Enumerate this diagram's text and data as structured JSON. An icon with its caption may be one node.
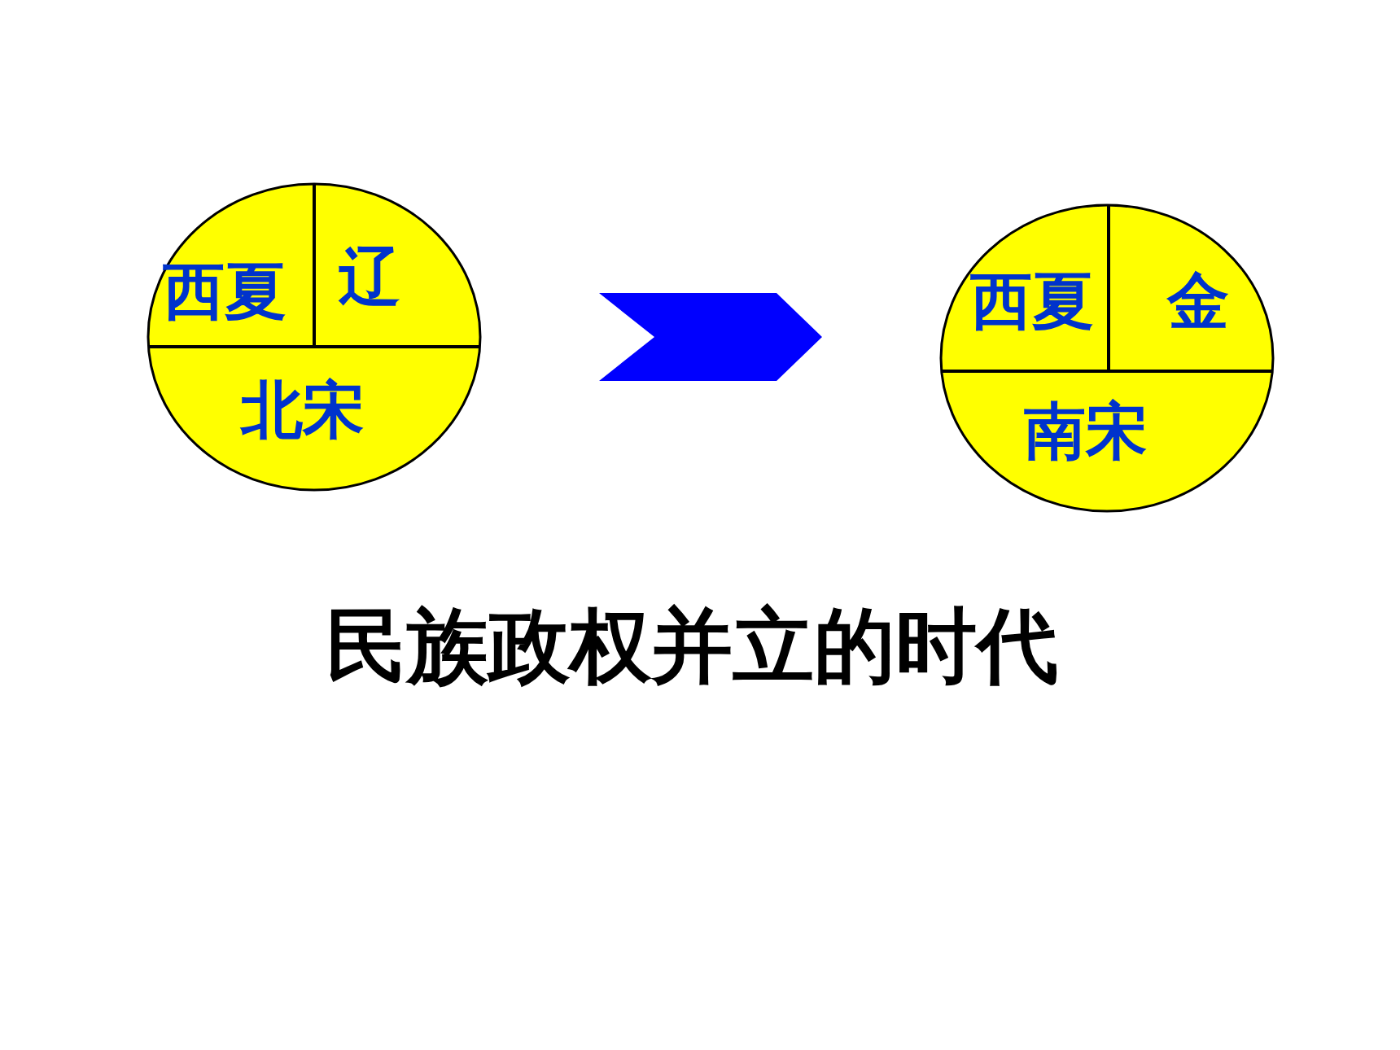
{
  "diagram": {
    "caption": "民族政权并立的时代",
    "nodes": [
      {
        "text": [
          "西夏",
          "辽",
          "北宋"
        ]
      },
      {
        "text": [
          "西夏",
          "金",
          "南宋"
        ]
      }
    ],
    "edges": [
      {
        "from": 0,
        "to": 1,
        "arrow": "to"
      }
    ]
  }
}
